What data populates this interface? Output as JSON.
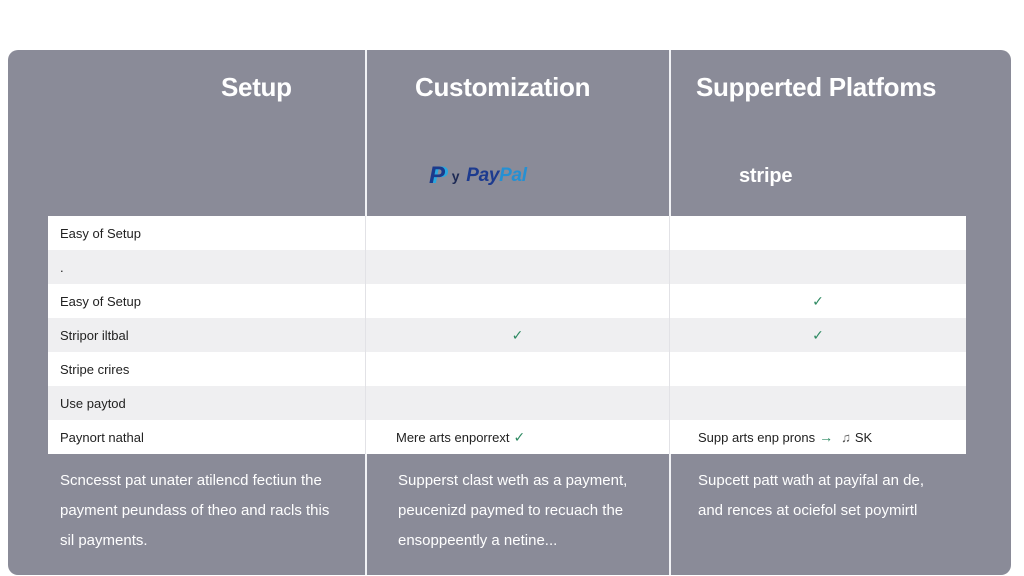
{
  "columns": {
    "col1_title": "Setup",
    "col2_title": "Customization",
    "col3_title": "Supperted Platfoms"
  },
  "logos": {
    "paypal_glyph": "P",
    "paypal_small": "y",
    "paypal_word_pay": "Pay",
    "paypal_word_pal": "Pal",
    "stripe": "stripe"
  },
  "rows": [
    {
      "label": "Easy of Setup",
      "col2": "",
      "col3": ""
    },
    {
      "label": ".",
      "col2": "",
      "col3": ""
    },
    {
      "label": "Easy of Setup",
      "col2": "",
      "col3": "✓"
    },
    {
      "label": "Stripor iltbal",
      "col2": "✓",
      "col3": "✓"
    },
    {
      "label": "Stripe crires",
      "col2": "",
      "col3": ""
    },
    {
      "label": "Use paytod",
      "col2": "",
      "col3": ""
    },
    {
      "label": "Paynort nathal",
      "col2": "Mere arts enporrext",
      "col2_check": "✓",
      "col3": "Supp arts enp prons",
      "col3_arrow": "→",
      "col3_icon": "♫",
      "col3_tail": "SK"
    }
  ],
  "footer": {
    "col1": [
      "Scncesst pat unater atilencd fectiun the",
      "payment peundass of theo and racls this",
      "sil payments."
    ],
    "col2": [
      "Supperst clast weth as a payment,",
      "peucenizd paymed to recuach the",
      "ensoppeently a netine..."
    ],
    "col3": [
      "Supcett patt wath at payifal an de,",
      "and rences at ociefol set poymirtl"
    ]
  },
  "colors": {
    "card_bg": "#8a8b98",
    "check": "#2e8a62",
    "paypal_dark": "#1b3a8c",
    "paypal_light": "#2590d3"
  }
}
